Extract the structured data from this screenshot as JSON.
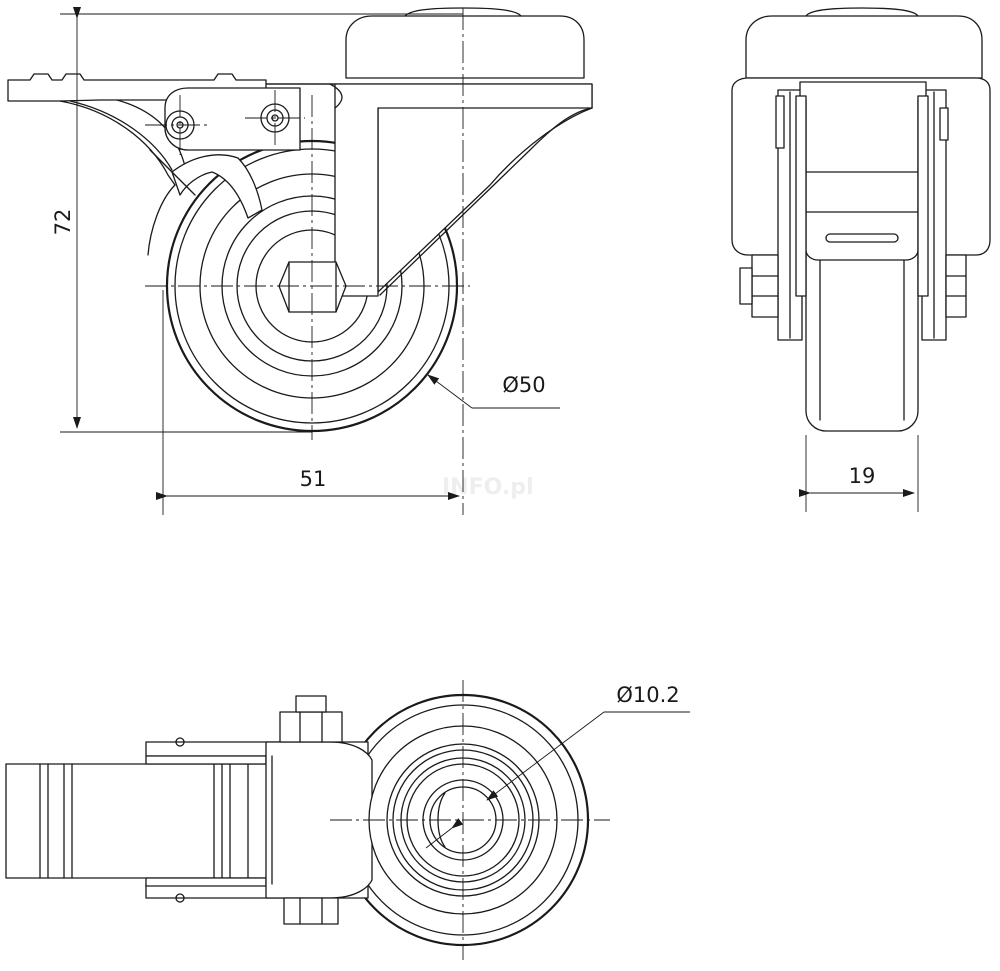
{
  "dimensions": {
    "height": "72",
    "width": "51",
    "wheel_diameter": "Ø50",
    "wheel_width": "19",
    "bolt_hole_diameter": "Ø10.2"
  },
  "watermark": "INFO.pl"
}
